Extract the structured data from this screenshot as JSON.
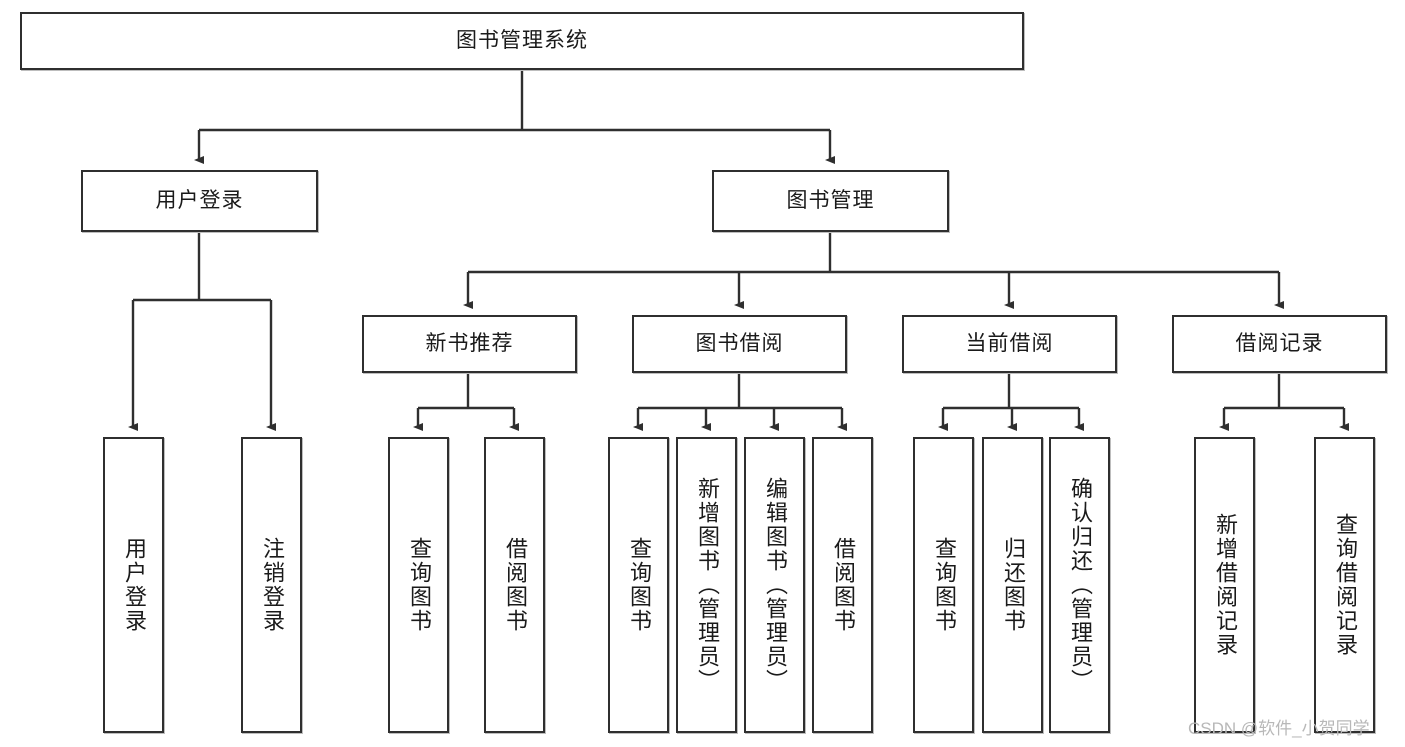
{
  "diagram": {
    "title": "图书管理系统",
    "watermark": "CSDN @软件_小贺同学",
    "line_color": "#2f2f2f",
    "box_fill": "#ffffff",
    "text_color": "#1a1a1a",
    "levels": {
      "root": {
        "label": "图书管理系统"
      },
      "level2": [
        {
          "label": "用户登录"
        },
        {
          "label": "图书管理"
        }
      ],
      "level3": [
        {
          "label": "新书推荐"
        },
        {
          "label": "图书借阅"
        },
        {
          "label": "当前借阅"
        },
        {
          "label": "借阅记录"
        }
      ],
      "leaves": {
        "user_login": [
          {
            "label": "用户登录"
          },
          {
            "label": "注销登录"
          }
        ],
        "new_book_recommend": [
          {
            "label": "查询图书"
          },
          {
            "label": "借阅图书"
          }
        ],
        "book_borrow": [
          {
            "label": "查询图书"
          },
          {
            "label": "新增图书（管理员）"
          },
          {
            "label": "编辑图书（管理员）"
          },
          {
            "label": "借阅图书"
          }
        ],
        "current_borrow": [
          {
            "label": "查询图书"
          },
          {
            "label": "归还图书"
          },
          {
            "label": "确认归还（管理员）"
          }
        ],
        "borrow_record": [
          {
            "label": "新增借阅记录"
          },
          {
            "label": "查询借阅记录"
          }
        ]
      }
    }
  }
}
